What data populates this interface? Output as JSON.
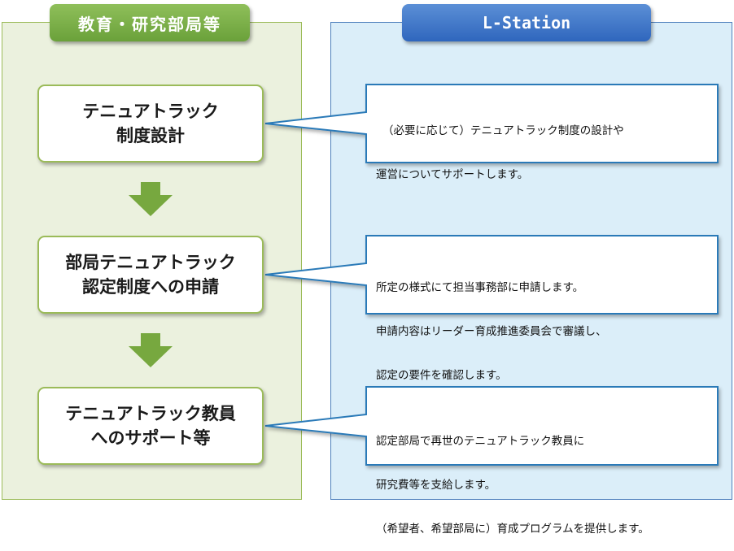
{
  "left_header": "教育・研究部局等",
  "right_header": "L-Station",
  "steps": [
    {
      "line1": "テニュアトラック",
      "line2": "制度設計"
    },
    {
      "line1": "部局テニュアトラック",
      "line2": "認定制度への申請"
    },
    {
      "line1": "テニュアトラック教員",
      "line2": "へのサポート等"
    }
  ],
  "notes": [
    {
      "lines": [
        "（必要に応じて）テニュアトラック制度の設計や",
        "運営についてサポートします。"
      ]
    },
    {
      "lines": [
        "所定の様式にて担当事務部に申請します。",
        "申請内容はリーダー育成推進委員会で審議し、",
        "認定の要件を確認します。"
      ]
    },
    {
      "lines": [
        "認定部局で再世のテニュアトラック教員に",
        "研究費等を支給します。",
        "（希望者、希望部局に）育成プログラムを提供します。"
      ]
    }
  ],
  "colors": {
    "green_accent": "#9bbb59",
    "blue_accent": "#4f81bd",
    "arrow_green": "#77a83f"
  }
}
